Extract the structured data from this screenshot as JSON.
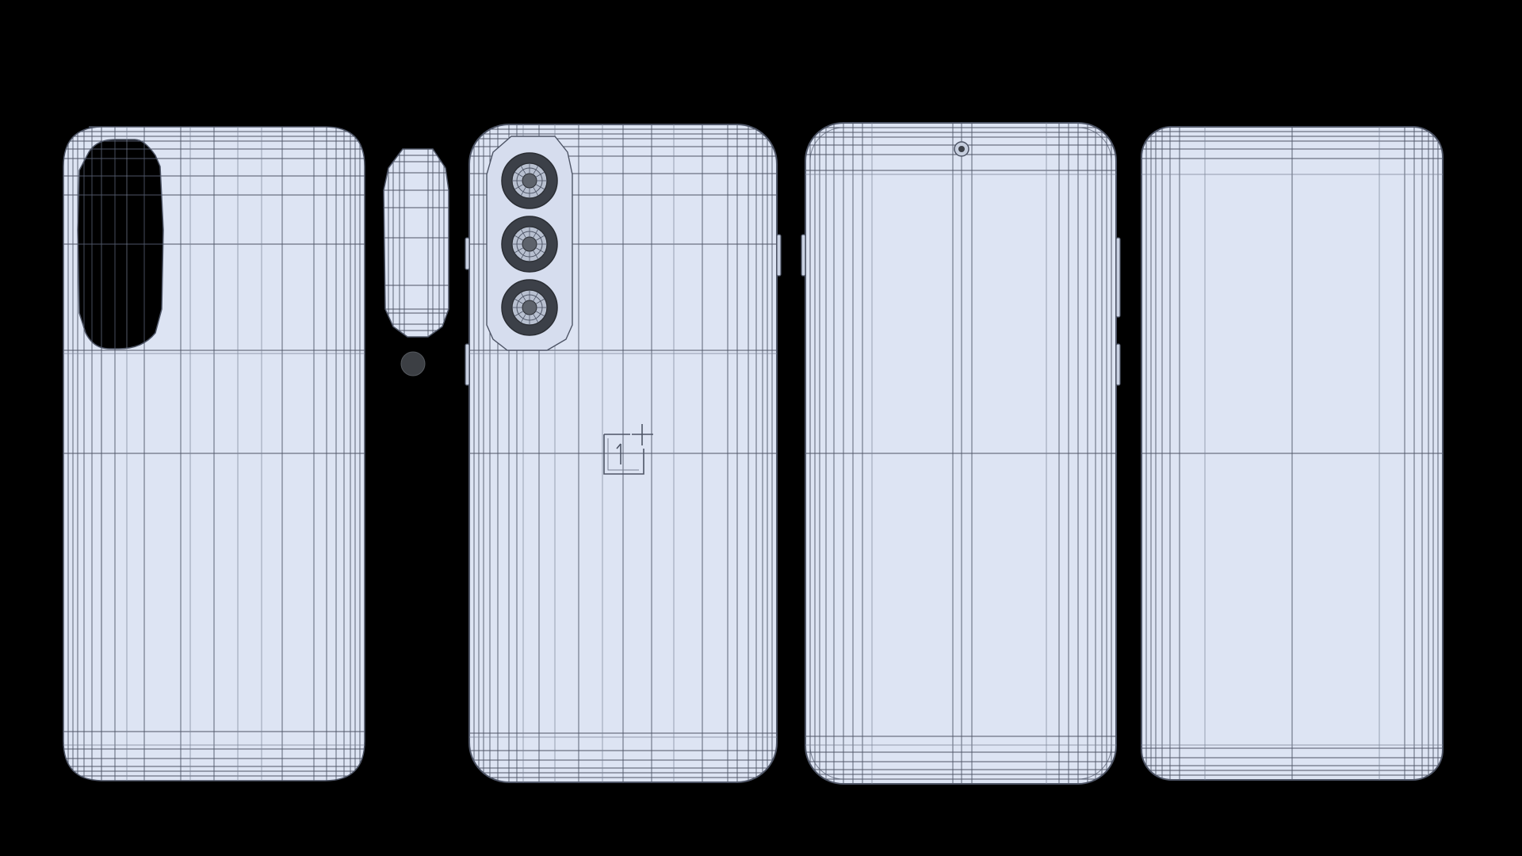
{
  "scene": {
    "background_color": "#000000",
    "panel_fill": "#dde4f3",
    "panel_fill_dark": "#d3dcee",
    "wire_color": "#4e5566",
    "wire_color_light": "#7a8294",
    "lens_ring_color": "#3c4048",
    "lens_core_color": "#5d626b",
    "dot_color": "#3c3f44",
    "parts": [
      {
        "name": "back-cover-with-camera-cutout",
        "view": "back"
      },
      {
        "name": "camera-plate",
        "view": "detail"
      },
      {
        "name": "flash-dot",
        "view": "detail"
      },
      {
        "name": "phone-back",
        "view": "back"
      },
      {
        "name": "phone-front",
        "view": "front"
      },
      {
        "name": "screen-panel",
        "view": "front"
      }
    ],
    "camera_lens_count": 3
  }
}
